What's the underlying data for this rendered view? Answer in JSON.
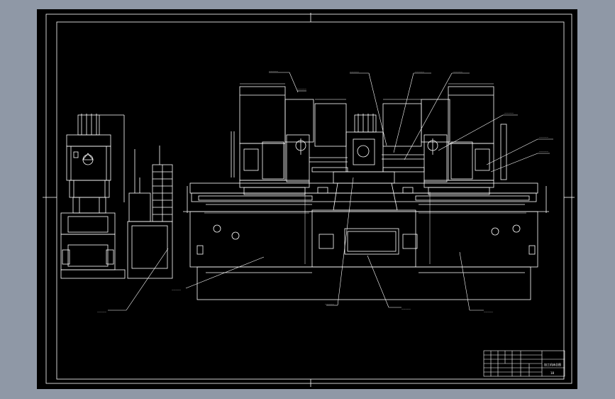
{
  "viewport": {
    "background": "#8f98a6",
    "sheet_color": "#000000",
    "line_color": "#ffffff"
  },
  "drawing": {
    "title_block_name": "加工机床总图",
    "sheet_label": "18"
  },
  "callouts": [
    {
      "id": "c1",
      "text": "—————"
    },
    {
      "id": "c2",
      "text": "—————"
    },
    {
      "id": "c3",
      "text": "—————"
    },
    {
      "id": "c4",
      "text": "—————"
    },
    {
      "id": "c5",
      "text": "—————"
    },
    {
      "id": "c6",
      "text": "—————"
    },
    {
      "id": "c7",
      "text": "—————"
    },
    {
      "id": "c8",
      "text": "—————"
    },
    {
      "id": "c9",
      "text": "—————"
    },
    {
      "id": "c10",
      "text": "—————"
    },
    {
      "id": "c11",
      "text": "—————"
    },
    {
      "id": "c12",
      "text": "—————"
    },
    {
      "id": "c13",
      "text": "—————"
    }
  ]
}
